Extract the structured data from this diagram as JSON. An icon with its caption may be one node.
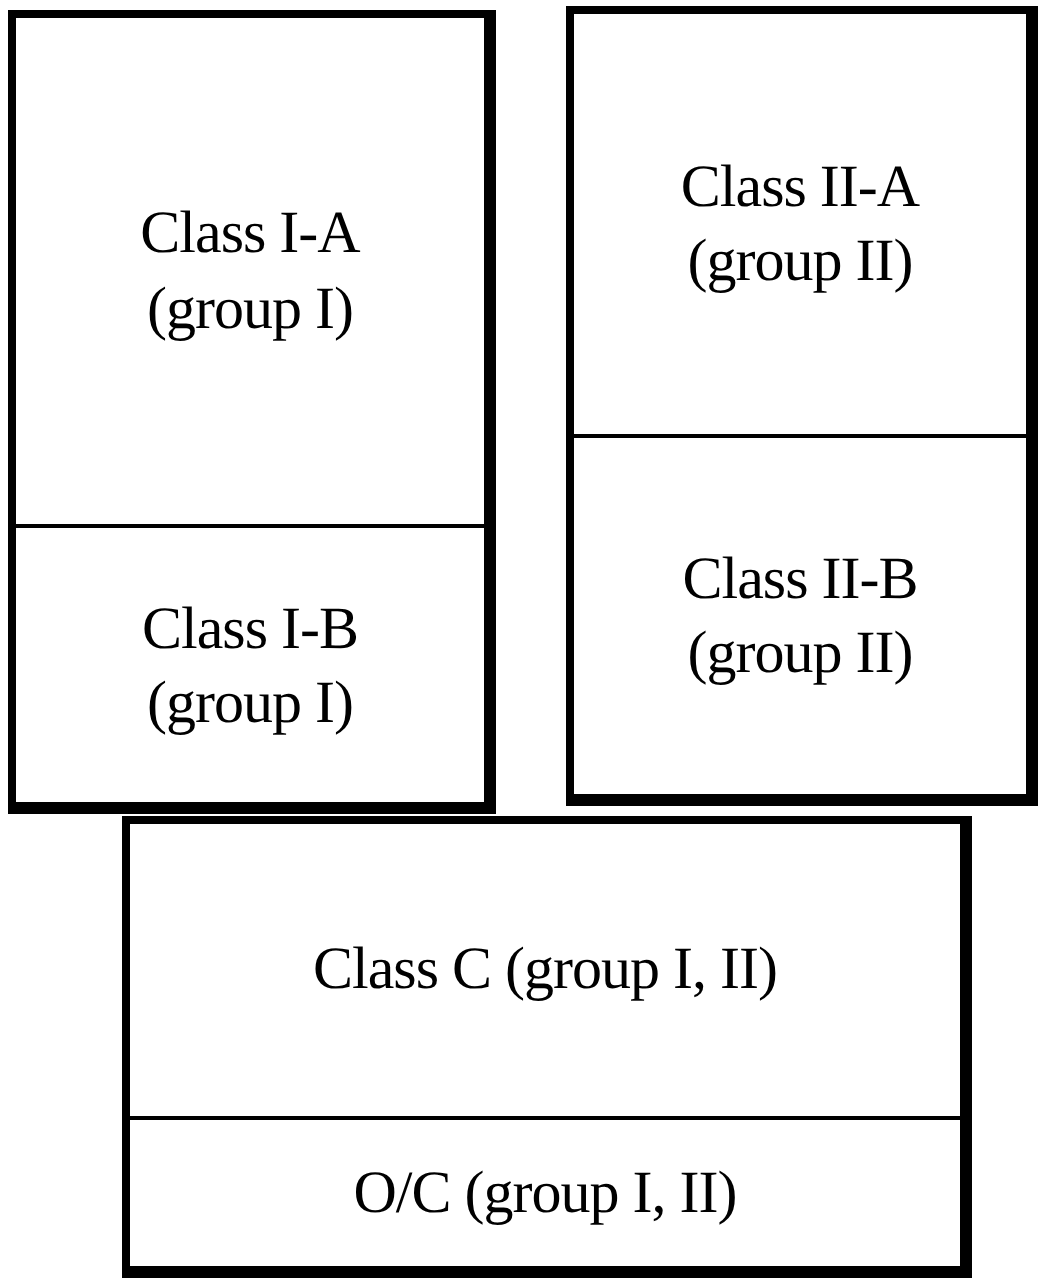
{
  "diagram": {
    "nodes": [
      {
        "text": [],
        "shape": "box"
      },
      {
        "text": [
          "Class I-A (group I)"
        ],
        "in": 0
      },
      {
        "text": [
          "Class I-B (group I)"
        ],
        "in": 0
      },
      {
        "text": [],
        "shape": "box"
      },
      {
        "text": [
          "Class II-A (group II)"
        ],
        "in": 3
      },
      {
        "text": [
          "Class II-B (group II)"
        ],
        "in": 3
      },
      {
        "text": [],
        "shape": "box"
      },
      {
        "text": [
          "Class C (group I, II)"
        ],
        "in": 6
      },
      {
        "text": [
          "O/C (group I, II)"
        ],
        "in": 6
      }
    ]
  }
}
